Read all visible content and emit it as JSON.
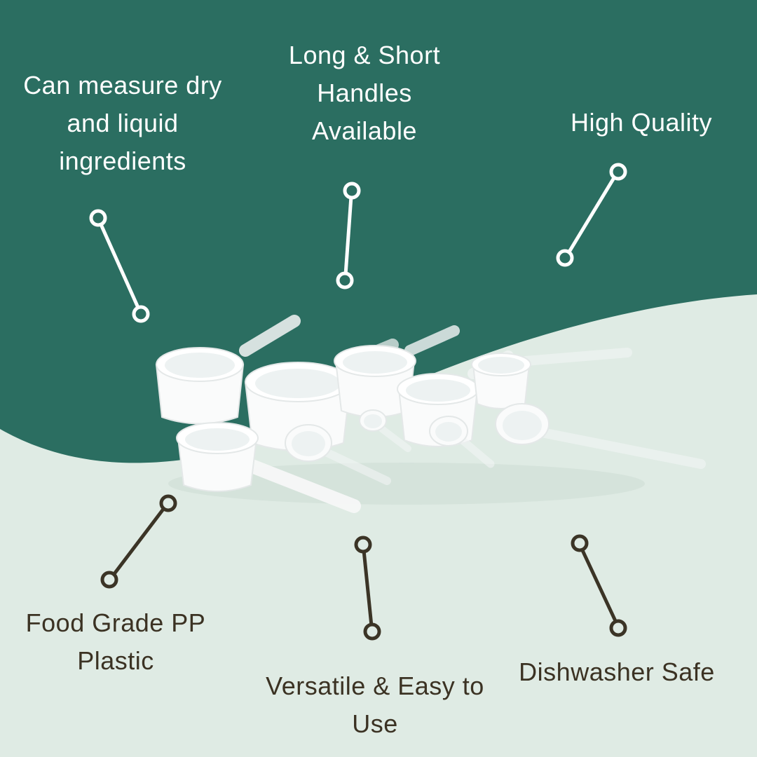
{
  "page": {
    "type": "product-feature-infographic",
    "product": {
      "alt": "Set of white food-grade plastic measuring scoops and spoons with long and short handles"
    }
  },
  "colors": {
    "background_top": "#2B6E61",
    "background_bottom": "#DFEBE4",
    "text_light": "#FFFFFF",
    "text_dark": "#3B3223",
    "connector_light": "#FFFFFF",
    "connector_dark": "#3B3426",
    "scoop_white": "#FAFBFB"
  },
  "callouts": [
    {
      "id": "measure",
      "label": "Can measure dry and liquid ingredients",
      "text_color": "#FFFFFF"
    },
    {
      "id": "handles",
      "label": "Long & Short Handles Available",
      "text_color": "#FFFFFF"
    },
    {
      "id": "quality",
      "label": "High Quality",
      "text_color": "#FFFFFF"
    },
    {
      "id": "foodgrade",
      "label": "Food Grade PP Plastic",
      "text_color": "#3B3223"
    },
    {
      "id": "versatile",
      "label": "Versatile & Easy to Use",
      "text_color": "#3B3223"
    },
    {
      "id": "dishwasher",
      "label": "Dishwasher Safe",
      "text_color": "#3B3223"
    }
  ]
}
